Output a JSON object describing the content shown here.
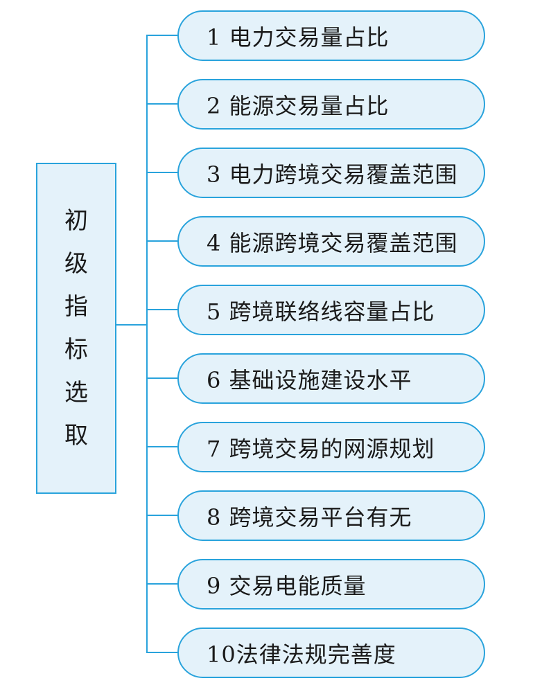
{
  "diagram": {
    "title_hint": "初级指标选取指标体系图",
    "root": {
      "label": "初级指标选取"
    },
    "nodes": [
      {
        "id": 1,
        "label": "1 电力交易量占比"
      },
      {
        "id": 2,
        "label": "2 能源交易量占比"
      },
      {
        "id": 3,
        "label": "3 电力跨境交易覆盖范围"
      },
      {
        "id": 4,
        "label": "4 能源跨境交易覆盖范围"
      },
      {
        "id": 5,
        "label": "5 跨境联络线容量占比"
      },
      {
        "id": 6,
        "label": "6 基础设施建设水平"
      },
      {
        "id": 7,
        "label": "7 跨境交易的网源规划"
      },
      {
        "id": 8,
        "label": "8 跨境交易平台有无"
      },
      {
        "id": 9,
        "label": "9 交易电能质量"
      },
      {
        "id": 10,
        "label": "10法律法规完善度"
      }
    ],
    "colors": {
      "line": "#29a3dc",
      "node_fill": "#e4f2fa",
      "text": "#1a1a1a",
      "background": "#ffffff"
    }
  }
}
